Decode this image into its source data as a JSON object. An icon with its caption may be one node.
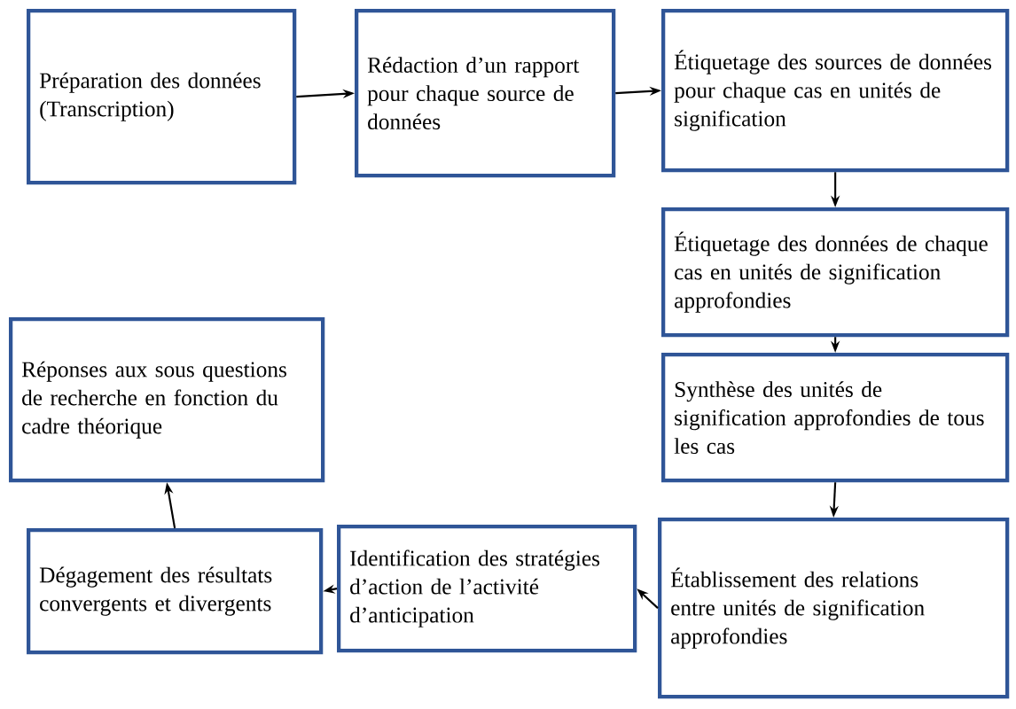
{
  "diagram": {
    "nodes": [
      {
        "text": [
          "Préparation des données (Transcription)"
        ]
      },
      {
        "text": [
          "Rédaction d’un rapport pour chaque source de données"
        ]
      },
      {
        "text": [
          "Étiquetage des sources de données pour chaque cas en unités de signification"
        ]
      },
      {
        "text": [
          "Étiquetage des données de chaque cas en unités de signification approfondies"
        ]
      },
      {
        "text": [
          "Synthèse des unités de signification approfondies de tous les cas"
        ]
      },
      {
        "text": [
          "Établissement des relations entre unités de signification approfondies"
        ]
      },
      {
        "text": [
          "Identification des stratégies d’action de l’activité d’anticipation"
        ]
      },
      {
        "text": [
          "Dégagement des résultats convergents et divergents"
        ]
      },
      {
        "text": [
          "Réponses aux sous questions de recherche en fonction du cadre théorique"
        ]
      }
    ],
    "edges": [
      {
        "from": 0,
        "to": 1,
        "arrow": "to"
      },
      {
        "from": 1,
        "to": 2,
        "arrow": "to"
      },
      {
        "from": 2,
        "to": 3,
        "arrow": "to"
      },
      {
        "from": 3,
        "to": 4,
        "arrow": "to"
      },
      {
        "from": 4,
        "to": 5,
        "arrow": "to"
      },
      {
        "from": 5,
        "to": 6,
        "arrow": "to"
      },
      {
        "from": 6,
        "to": 7,
        "arrow": "to"
      },
      {
        "from": 7,
        "to": 8,
        "arrow": "to"
      }
    ]
  }
}
